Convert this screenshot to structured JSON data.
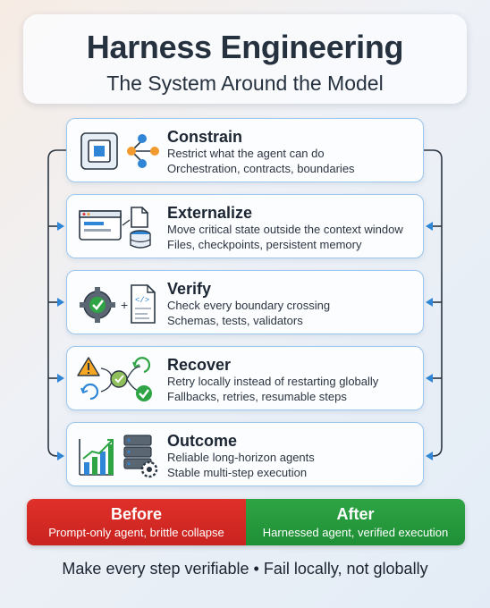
{
  "header": {
    "title": "Harness Engineering",
    "subtitle": "The System Around the Model"
  },
  "steps": [
    {
      "title": "Constrain",
      "line1": "Restrict what the agent can do",
      "line2": "Orchestration, contracts, boundaries",
      "icons": [
        "chip-icon",
        "orchestration-nodes-icon"
      ]
    },
    {
      "title": "Externalize",
      "line1": "Move critical state outside the context window",
      "line2": "Files, checkpoints, persistent memory",
      "icons": [
        "browser-window-icon",
        "file-icon",
        "database-icon"
      ]
    },
    {
      "title": "Verify",
      "line1": "Check every boundary crossing",
      "line2": "Schemas, tests, validators",
      "icons": [
        "gear-check-icon",
        "code-document-icon"
      ]
    },
    {
      "title": "Recover",
      "line1": "Retry locally instead of restarting globally",
      "line2": "Fallbacks, retries, resumable steps",
      "icons": [
        "warning-icon",
        "retry-arrows-icon",
        "success-check-icon"
      ]
    },
    {
      "title": "Outcome",
      "line1": "Reliable long-horizon agents",
      "line2": "Stable multi-step execution",
      "icons": [
        "bar-chart-icon",
        "server-gear-icon"
      ]
    }
  ],
  "comparison": {
    "before": {
      "title": "Before",
      "description": "Prompt-only agent, brittle collapse",
      "color": "#d42a25"
    },
    "after": {
      "title": "After",
      "description": "Harnessed agent, verified execution",
      "color": "#27993d"
    }
  },
  "footer": "Make every step verifiable • Fail locally, not globally",
  "colors": {
    "title_text": "#26313f",
    "card_border": "#9cc6ec",
    "connector": "#2b3643",
    "arrow": "#2f86d6"
  }
}
